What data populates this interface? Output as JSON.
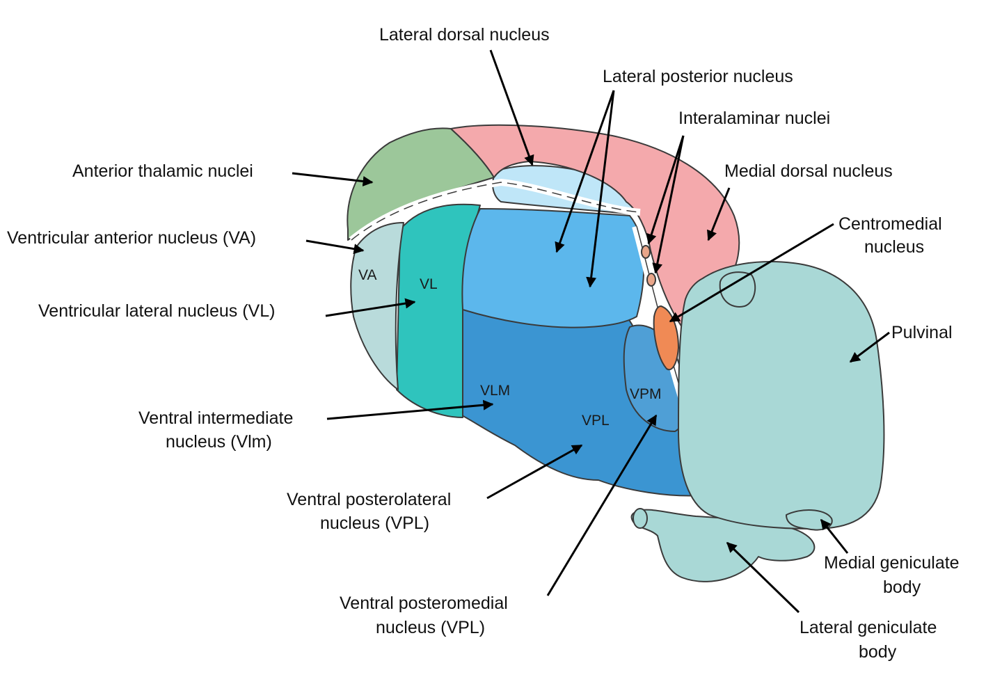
{
  "colors": {
    "anterior": "#9cc79a",
    "lateral_dorsal": "#bfe6f8",
    "medial_dorsal": "#f4a9ac",
    "va": "#b9dbdb",
    "vl": "#2fc4bd",
    "lateral_posterior": "#5cb7ec",
    "ventral": "#3b95d2",
    "vpm": "#4f9fd6",
    "centromedial": "#f08a55",
    "intralaminar": "#e9a68a",
    "pulvinal": "#a9d8d6",
    "white_sep": "#ffffff"
  },
  "labels": {
    "lateral_dorsal": "Lateral dorsal nucleus",
    "lateral_posterior": "Lateral posterior nucleus",
    "interalaminar": "Interalaminar nuclei",
    "medial_dorsal": "Medial dorsal nucleus",
    "anterior_thalamic": "Anterior thalamic nuclei",
    "va_full": "Ventricular anterior nucleus (VA)",
    "centromedial_1": "Centromedial",
    "centromedial_2": "nucleus",
    "vl_full": "Ventricular lateral nucleus (VL)",
    "pulvinal": "Pulvinal",
    "vim_1": "Ventral intermediate",
    "vim_2": "nucleus (Vlm)",
    "vpl_1": "Ventral posterolateral",
    "vpl_2": "nucleus (VPL)",
    "medial_geniculate_1": "Medial geniculate",
    "medial_geniculate_2": "body",
    "vpm_1": "Ventral posteromedial",
    "vpm_2": "nucleus (VPL)",
    "lateral_geniculate_1": "Lateral geniculate",
    "lateral_geniculate_2": "body"
  },
  "region_labels": {
    "va": "VA",
    "vl": "VL",
    "vlm": "VLM",
    "vpl": "VPL",
    "vpm": "VPM"
  }
}
